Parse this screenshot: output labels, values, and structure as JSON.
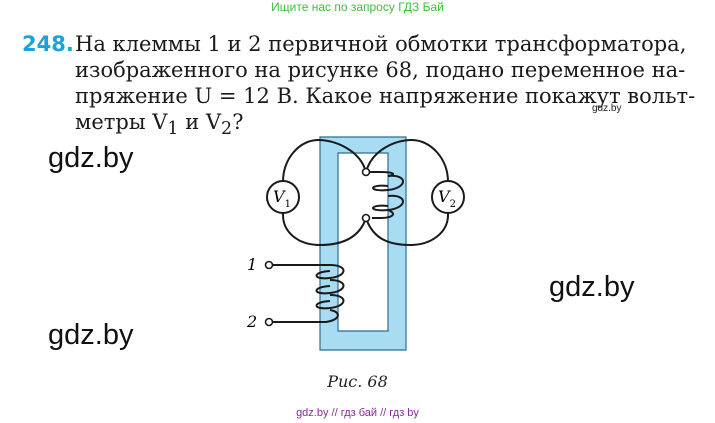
{
  "banner": "Ищите нас по запросу ГДЗ Бай",
  "problem": {
    "number": "248.",
    "line1": "На клеммы 1 и 2 первичной обмотки трансформатора,",
    "line2": "изображенного на рисунке 68, подано переменное на-",
    "line3": "пряжение U = 12 В. Какое напряжение покажут вольт-",
    "line4_pre": "метры V",
    "line4_sub1": "1",
    "line4_mid": " и V",
    "line4_sub2": "2",
    "line4_post": "?"
  },
  "watermarks": {
    "small": "gdz.by",
    "big_left_top": "gdz.by",
    "big_right": "gdz.by",
    "big_left_bottom": "gdz.by"
  },
  "figure": {
    "voltmeter_left": "V",
    "voltmeter_left_sub": "1",
    "voltmeter_right": "V",
    "voltmeter_right_sub": "2",
    "terminal_1": "1",
    "terminal_2": "2",
    "core_color": "#a8dcf2",
    "wire_color": "#1a1a1a"
  },
  "caption": "Рис. 68",
  "footer": "gdz.by // гдз бай // гдз by"
}
